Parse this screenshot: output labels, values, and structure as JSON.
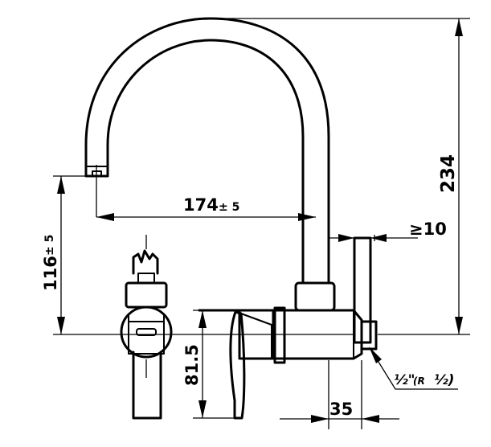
{
  "dimensions": {
    "height_total": "234",
    "spout_reach": "174",
    "spout_reach_tol": "± 5",
    "spout_height": "116",
    "spout_height_tol": "± 5",
    "body_height": "81.5",
    "wall_depth": "35",
    "min_clearance": "≥10"
  },
  "thread": {
    "size": "½\"",
    "note_open": "(R",
    "note_size": "½)"
  }
}
